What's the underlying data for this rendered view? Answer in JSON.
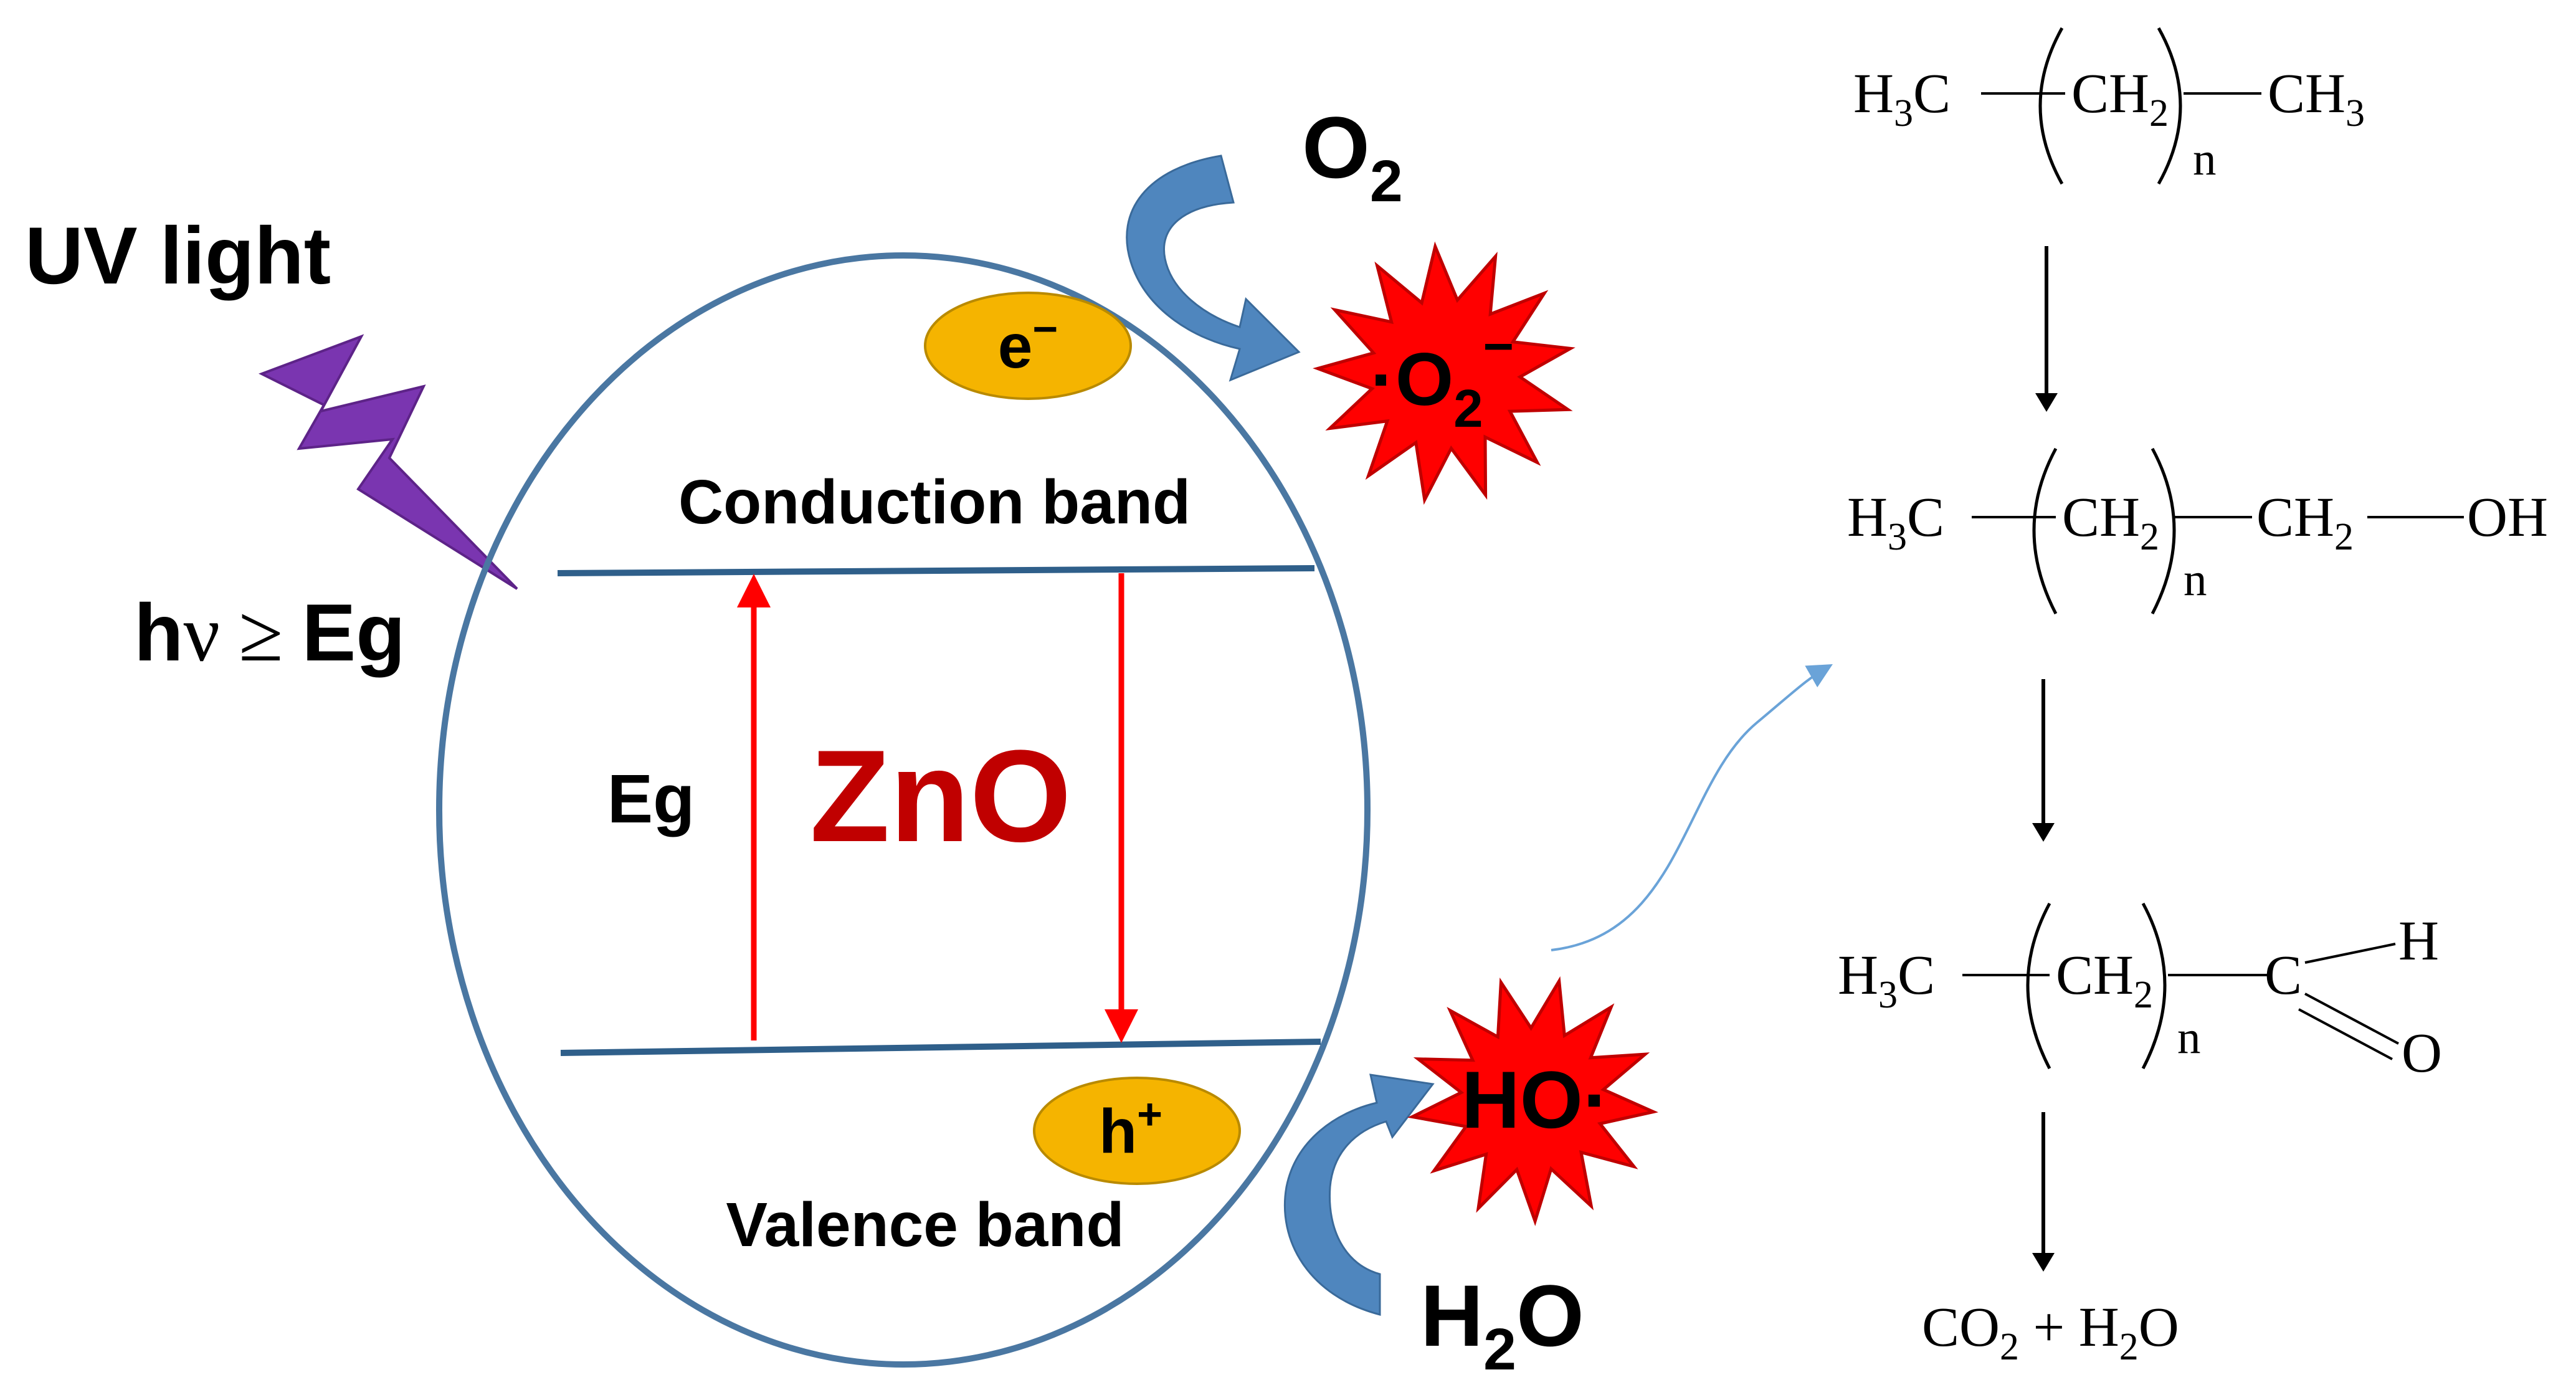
{
  "colors": {
    "ellipse_stroke": "#4a77a2",
    "band_line": "#2f5f8a",
    "transition_arrow": "#ff0000",
    "carrier_fill": "#f5b400",
    "carrier_stroke": "#b98a00",
    "radical_fill": "#ff0000",
    "radical_stroke": "#c00000",
    "curved_arrow": "#4f86be",
    "lightning": "#7a35b0",
    "zno_text": "#c00000",
    "text": "#000000"
  },
  "icons": {
    "lightning": "lightning-bolt-icon",
    "radical_burst": "starburst-icon",
    "flow_arrow": "curved-arrow-icon"
  },
  "left": {
    "uv_label": "UV light",
    "energy_h": "h",
    "energy_nu": "ν",
    "energy_geq": "≥",
    "energy_eg": "Eg",
    "conduction_band": "Conduction band",
    "valence_band": "Valence band",
    "gap_label": "Eg",
    "material": "ZnO",
    "electron": "e",
    "electron_sup": "−",
    "hole": "h",
    "hole_sup": "+",
    "oxygen_main": "O",
    "oxygen_sub": "2",
    "superoxide_dot": "·",
    "superoxide_main": "O",
    "superoxide_sub": "2",
    "superoxide_sup": "−",
    "water_h": "H",
    "water_sub": "2",
    "water_o": "O",
    "hydroxyl": "HO·"
  },
  "chain": {
    "s1_lead": "H",
    "s1_lead_sub": "3",
    "s1_lead_c": "C",
    "s1_unit": "CH",
    "s1_unit_sub": "2",
    "s1_n": "n",
    "s1_tail": "CH",
    "s1_tail_sub": "3",
    "s2_lead": "H",
    "s2_lead_sub": "3",
    "s2_lead_c": "C",
    "s2_unit": "CH",
    "s2_unit_sub": "2",
    "s2_n": "n",
    "s2_ch2": "CH",
    "s2_ch2_sub": "2",
    "s2_oh": "OH",
    "s3_lead": "H",
    "s3_lead_sub": "3",
    "s3_lead_c": "C",
    "s3_unit": "CH",
    "s3_unit_sub": "2",
    "s3_n": "n",
    "s3_c": "C",
    "s3_h": "H",
    "s3_o": "O",
    "s4_co": "CO",
    "s4_co_sub": "2",
    "s4_plus": " + H",
    "s4_h2o_sub": "2",
    "s4_o": "O"
  }
}
